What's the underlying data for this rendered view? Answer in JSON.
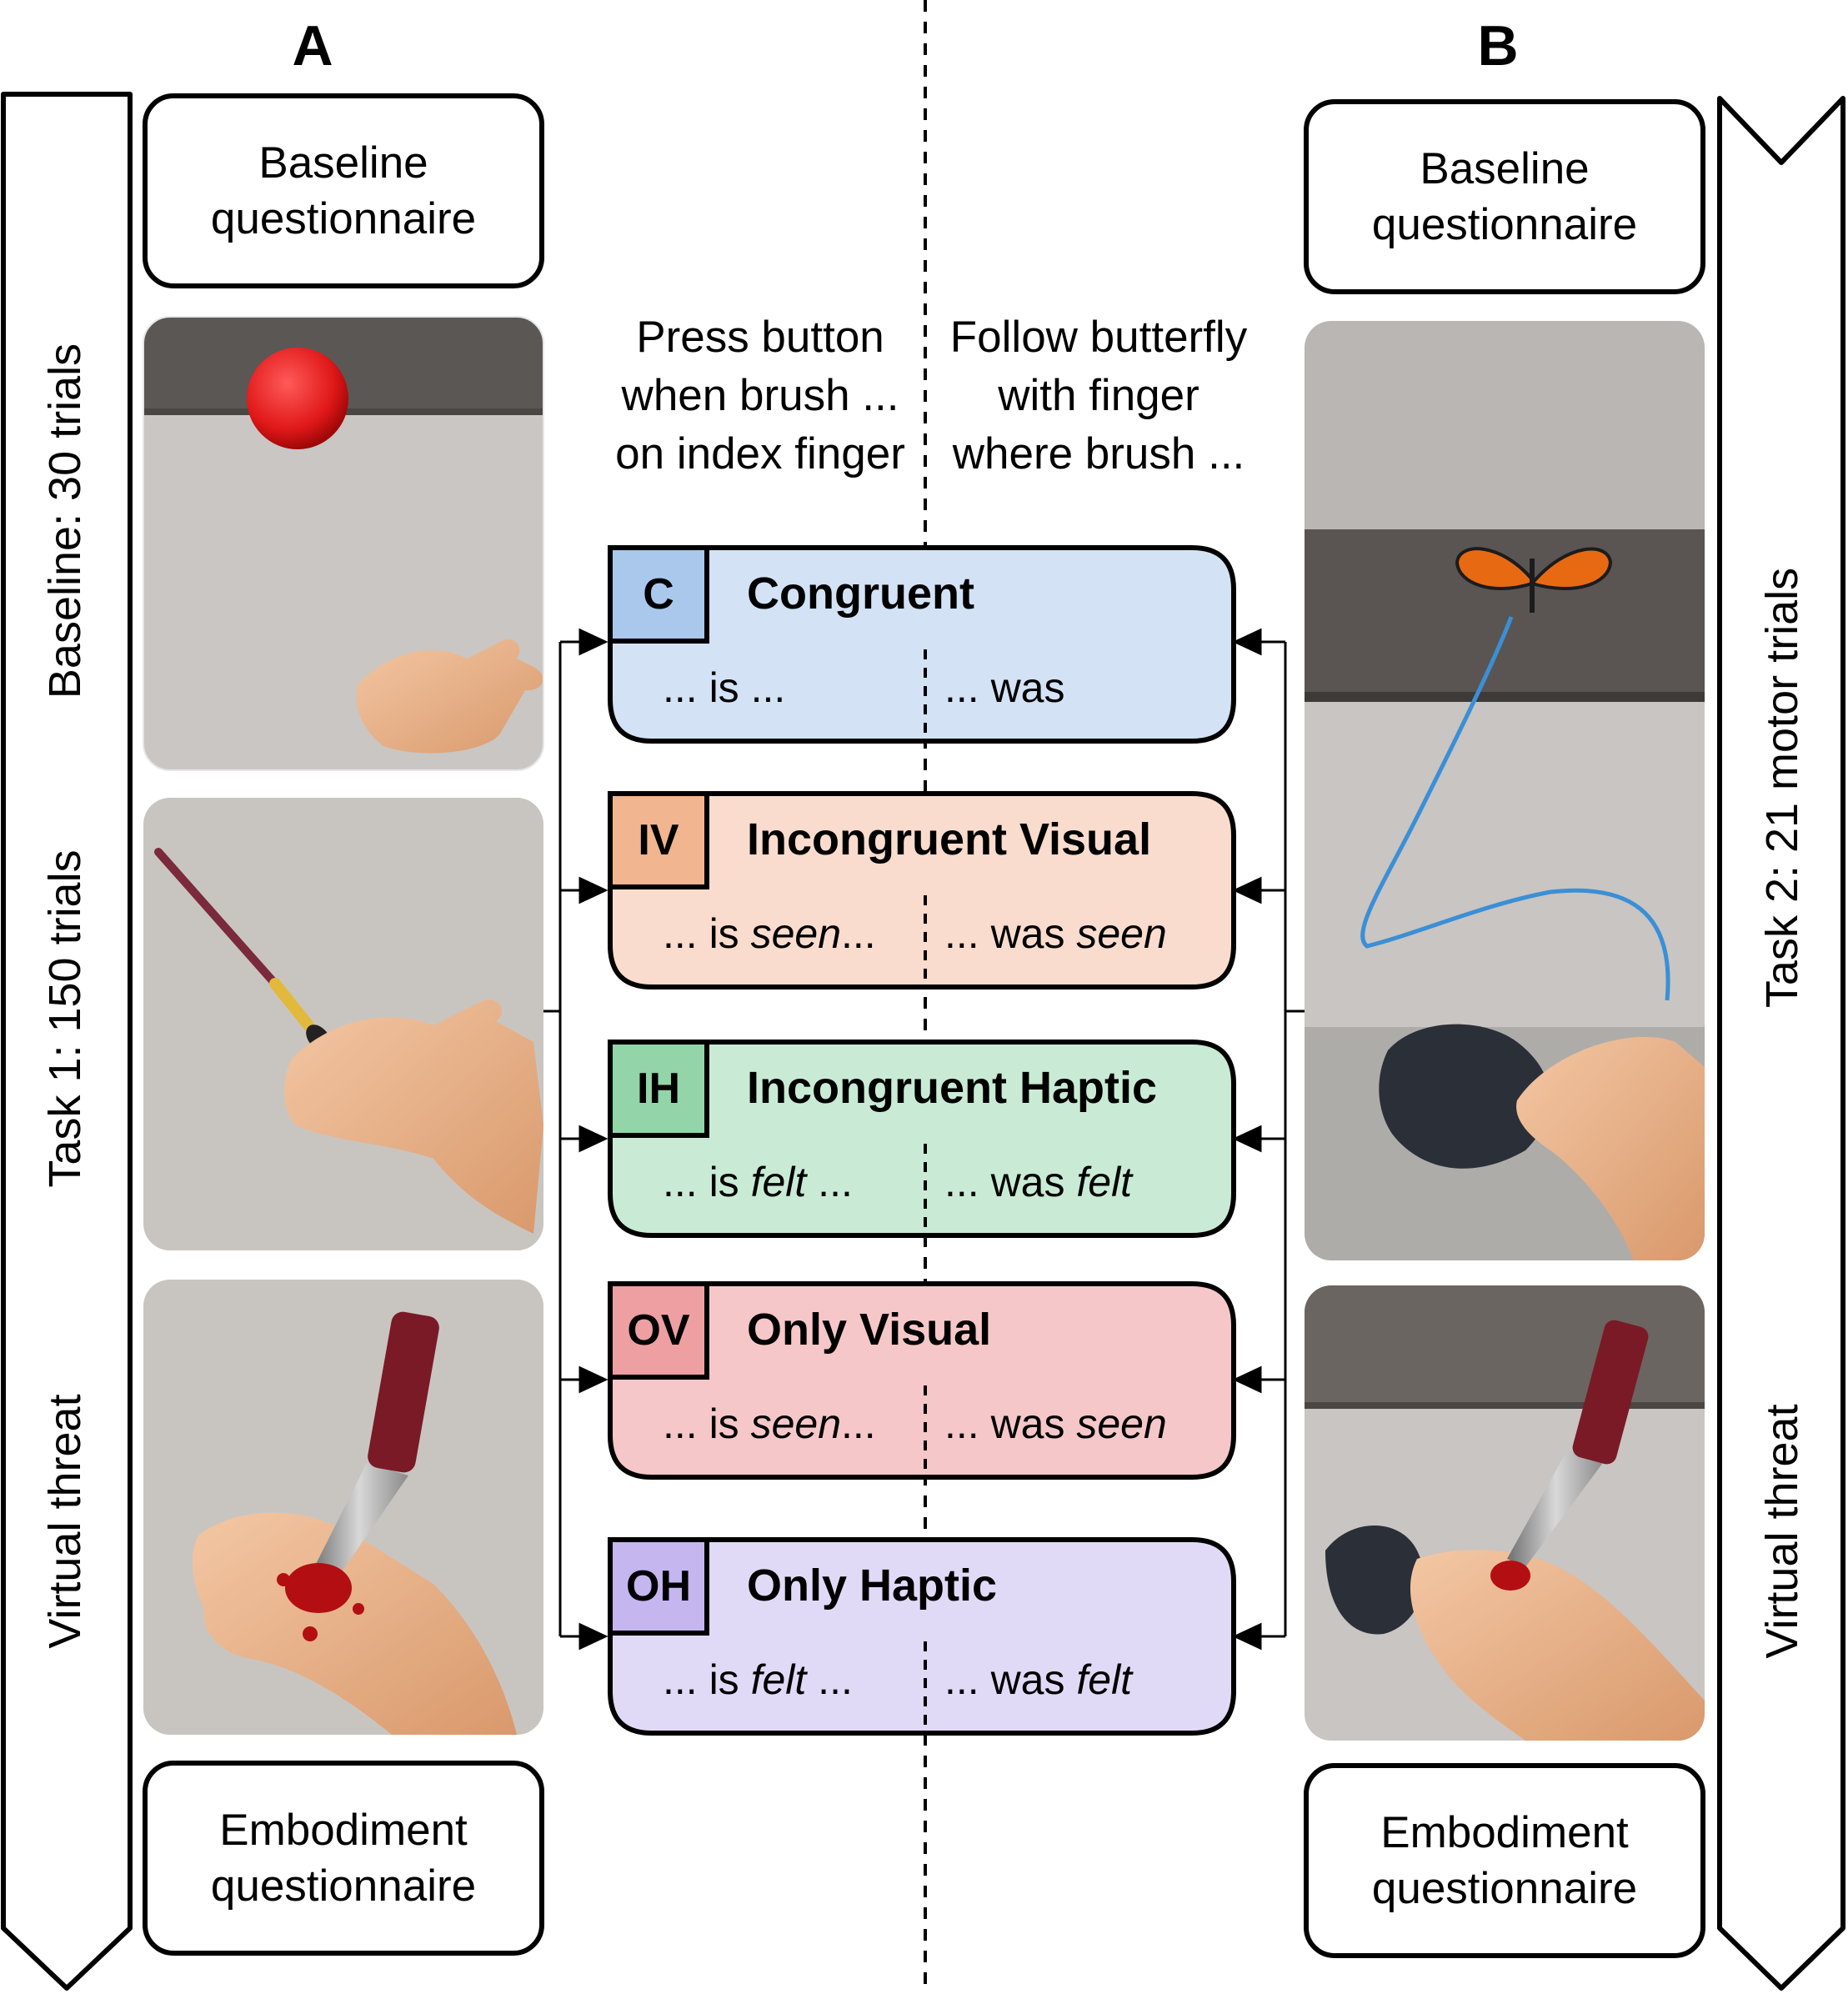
{
  "panels": {
    "a": {
      "letter": "A",
      "task_label": "Task 1: 150 trials",
      "baseline_label": "Baseline: 30 trials",
      "threat_label": "Virtual threat"
    },
    "b": {
      "letter": "B",
      "task_label": "Task 2: 21 motor trials",
      "threat_label": "Virtual threat"
    }
  },
  "questionnaires": {
    "baseline": {
      "line1": "Baseline",
      "line2": "questionnaire"
    },
    "embodiment": {
      "line1": "Embodiment",
      "line2": "questionnaire"
    }
  },
  "instructions": {
    "left": [
      "Press button",
      "when brush ...",
      "on index finger"
    ],
    "right": [
      "Follow butterfly",
      "with finger",
      "where brush ..."
    ]
  },
  "conditions": [
    {
      "code": "C",
      "title": "Congruent",
      "fill": "#d3e2f5",
      "tab": "#a9c8ec",
      "left": {
        "pre": "... is ...",
        "em": "",
        "post": ""
      },
      "right": {
        "pre": "... was",
        "em": ""
      }
    },
    {
      "code": "IV",
      "title": "Incongruent Visual",
      "fill": "#f9dccd",
      "tab": "#f1b590",
      "left": {
        "pre": "... is ",
        "em": "seen",
        "post": "..."
      },
      "right": {
        "pre": "... was ",
        "em": "seen"
      }
    },
    {
      "code": "IH",
      "title": "Incongruent Haptic",
      "fill": "#c9ebd5",
      "tab": "#93d4a8",
      "left": {
        "pre": "... is ",
        "em": "felt",
        "post": " ..."
      },
      "right": {
        "pre": "... was ",
        "em": "felt"
      }
    },
    {
      "code": "OV",
      "title": "Only Visual",
      "fill": "#f6c7c9",
      "tab": "#ee9fa2",
      "left": {
        "pre": "... is ",
        "em": "seen",
        "post": "..."
      },
      "right": {
        "pre": "... was ",
        "em": "seen"
      }
    },
    {
      "code": "OH",
      "title": "Only Haptic",
      "fill": "#e1daf7",
      "tab": "#c5b6f0",
      "left": {
        "pre": "... is ",
        "em": "felt",
        "post": " ..."
      },
      "right": {
        "pre": "... was ",
        "em": "felt"
      }
    }
  ]
}
